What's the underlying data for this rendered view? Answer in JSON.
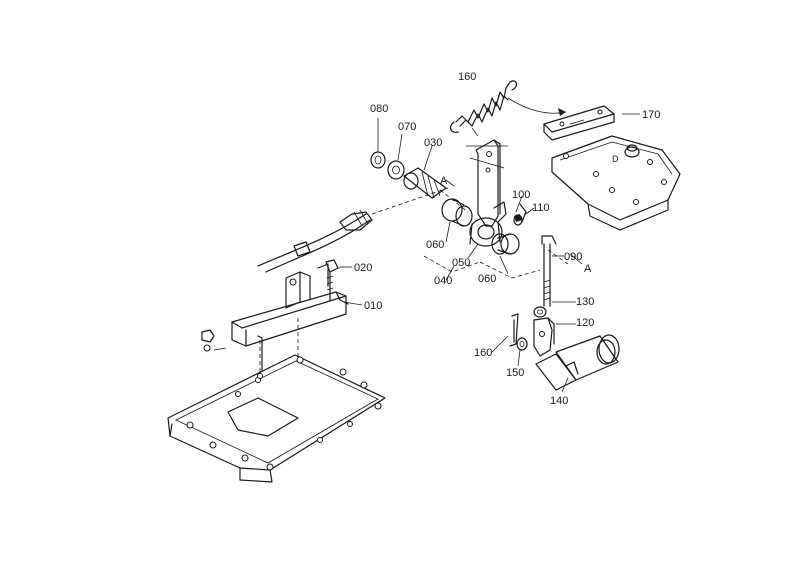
{
  "diagram": {
    "callouts": {
      "c010": "010",
      "c020": "020",
      "c030": "030",
      "c040": "040",
      "c050": "050",
      "c060a": "060",
      "c060b": "060",
      "c070": "070",
      "c080": "080",
      "c090": "090",
      "c100": "100",
      "c110": "110",
      "c120": "120",
      "c130": "130",
      "c140": "140",
      "c150": "150",
      "c160a": "160",
      "c160b": "160",
      "c170": "170",
      "refA1": "A",
      "refA2": "A",
      "plateMark": "D"
    }
  }
}
